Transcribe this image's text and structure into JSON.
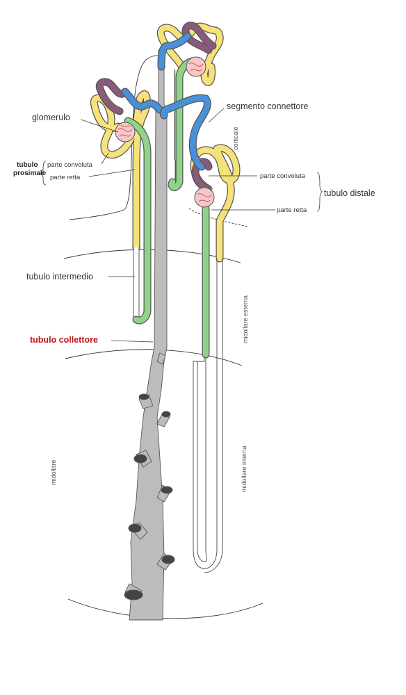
{
  "labels": {
    "glomerulo": "glomerulo",
    "segmento_connettore": "segmento connettore",
    "tubulo_prosimale_1": "tubulo",
    "tubulo_prosimale_2": "prosimale",
    "prox_parte_convoluta": "parte convoluta",
    "prox_parte_retta": "parte retta",
    "dist_parte_convoluta": "parte convoluta",
    "dist_parte_retta": "parte retta",
    "tubulo_distale": "tubulo distale",
    "tubulo_intermedio": "tubulo intermedio",
    "tubulo_collettore": "tubulo collettore"
  },
  "zones": {
    "corticale": "corticale",
    "midollare_esterna": "midollare esterna",
    "midollare_interna": "midollare interna",
    "midollare": "midollare"
  },
  "colors": {
    "proximal_yellow": "#f5e27a",
    "distal_green": "#8fd38a",
    "connector_blue": "#4a90d9",
    "macula_purple": "#8a5a7a",
    "collecting_gray": "#bcbcbc",
    "glomerulus_red": "#d44a4a",
    "collettore_label": "#c0141c"
  }
}
